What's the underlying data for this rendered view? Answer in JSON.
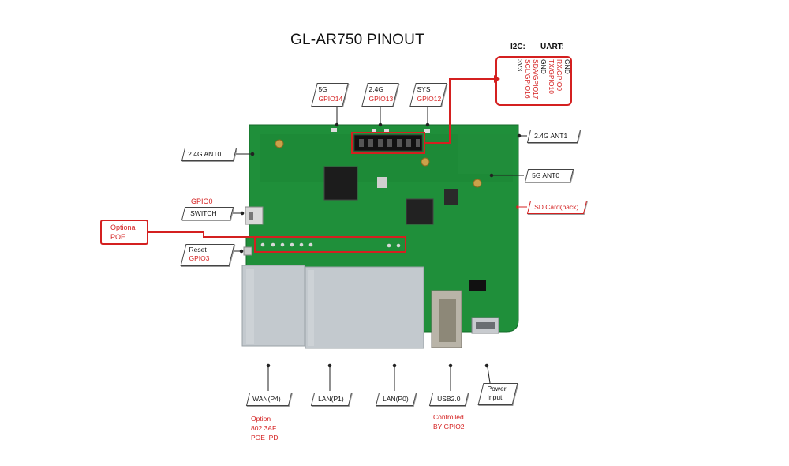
{
  "title": "GL-AR750 PINOUT",
  "header_pins": {
    "i2c_label": "I2C:",
    "uart_label": "UART:",
    "pins": [
      {
        "text": "GND",
        "color": "#111111"
      },
      {
        "text": "RX/GPIO9",
        "color": "#d42020"
      },
      {
        "text": "TX/GPIO10",
        "color": "#d42020"
      },
      {
        "text": "GND",
        "color": "#111111"
      },
      {
        "text": "SDA/GPIO17",
        "color": "#d42020"
      },
      {
        "text": "SCL/GPIO16",
        "color": "#d42020"
      },
      {
        "text": "3V3",
        "color": "#111111"
      }
    ]
  },
  "leds": {
    "led_5g": {
      "name": "5G",
      "gpio": "GPIO14"
    },
    "led_24g": {
      "name": "2.4G",
      "gpio": "GPIO13"
    },
    "led_sys": {
      "name": "SYS",
      "gpio": "GPIO12"
    }
  },
  "antennas": {
    "ant0_24g": "2.4G ANT0",
    "ant1_24g": "2.4G ANT1",
    "ant0_5g": "5G ANT0"
  },
  "sd_card": "SD Card(back)",
  "switch": {
    "gpio": "GPIO0",
    "label": "SWITCH"
  },
  "reset": {
    "label": "Reset",
    "gpio": "GPIO3"
  },
  "poe": {
    "line1": "Optional",
    "line2": "POE"
  },
  "ports": {
    "wan": "WAN(P4)",
    "lan1": "LAN(P1)",
    "lan0": "LAN(P0)",
    "usb": "USB2.0",
    "power_line1": "Power",
    "power_line2": "Input"
  },
  "notes": {
    "wan_poe": [
      "Option",
      "802.3AF",
      "POE  PD"
    ],
    "usb_ctrl": [
      "Controlled",
      "BY GPIO2"
    ]
  },
  "colors": {
    "board": "#1f8f3a",
    "accent": "#d42020",
    "port": "#c3c9ce"
  }
}
